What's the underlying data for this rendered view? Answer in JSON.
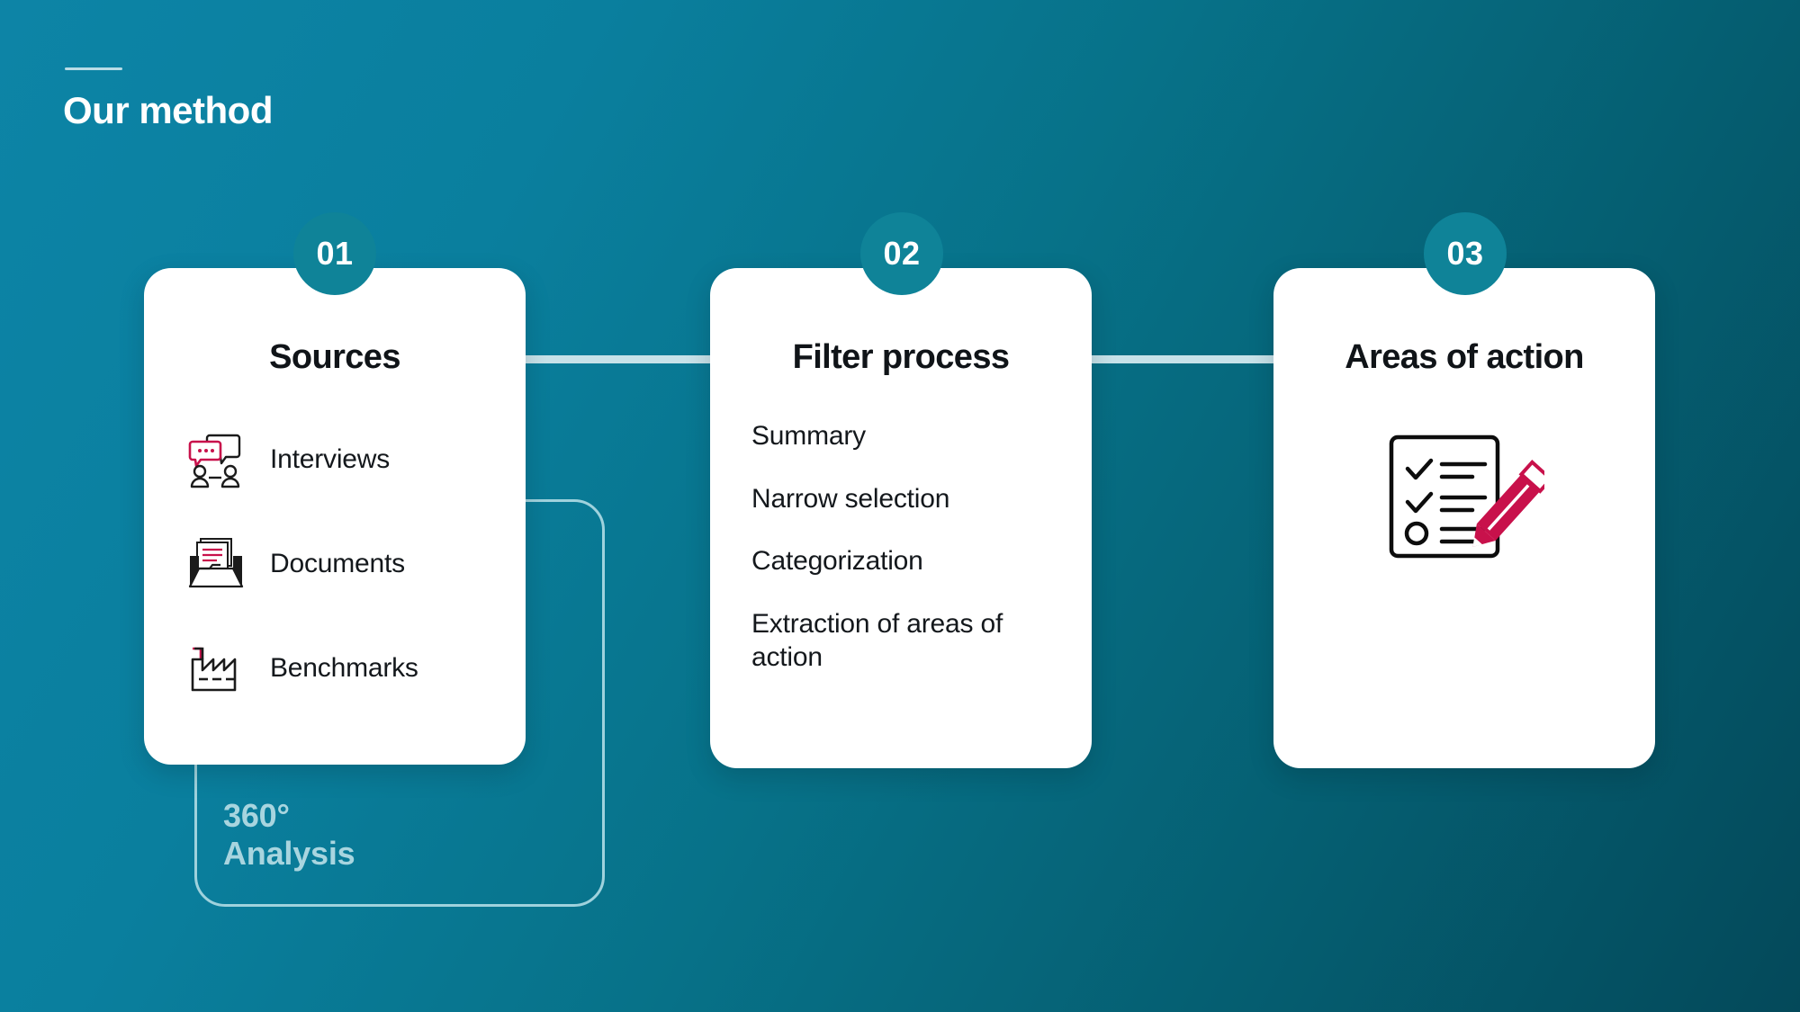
{
  "header": {
    "title": "Our method",
    "accent_rule_color": "#b9dce6"
  },
  "theme": {
    "background_from": "#0d84a6",
    "background_to": "#044b58",
    "badge_color": "#0f8398",
    "connector_color": "#c7e2e9",
    "card_background": "#ffffff",
    "text_dark": "#101418",
    "accent_red": "#c8114b",
    "outline_teal": "#9fd2dd",
    "analysis_text": "#a8d5df"
  },
  "analysis": {
    "line1": "360°",
    "line2": "Analysis"
  },
  "cards": [
    {
      "number": "01",
      "title": "Sources",
      "items": [
        {
          "label": "Interviews",
          "icon": "speech-bubbles-people-icon"
        },
        {
          "label": "Documents",
          "icon": "documents-tray-icon"
        },
        {
          "label": "Benchmarks",
          "icon": "factory-icon"
        }
      ]
    },
    {
      "number": "02",
      "title": "Filter process",
      "items": [
        {
          "label": "Summary"
        },
        {
          "label": "Narrow selection"
        },
        {
          "label": "Categorization"
        },
        {
          "label": "Extraction of areas of action"
        }
      ]
    },
    {
      "number": "03",
      "title": "Areas of action",
      "icon": "checklist-pencil-icon",
      "items": []
    }
  ]
}
